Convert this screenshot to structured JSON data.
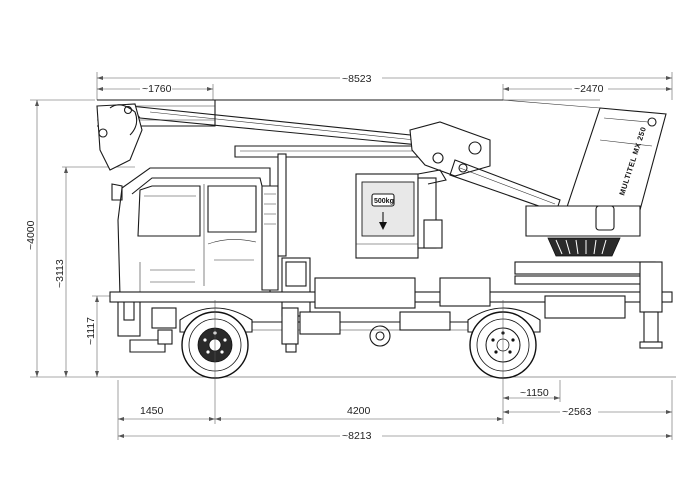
{
  "dimensions": {
    "overall_length": "~8523",
    "boom_overhang_front": "~1760",
    "boom_overhang_rear": "~2470",
    "front_overhang": "1450",
    "wheelbase": "4200",
    "rear_axle_offset": "~1150",
    "rear_overhang": "~2563",
    "chassis_length": "~8213",
    "total_height": "~4000",
    "cab_height": "~3113",
    "frame_height": "~1117"
  },
  "basket_label": "500kg",
  "brand_text": "MULTITEL MX 250"
}
